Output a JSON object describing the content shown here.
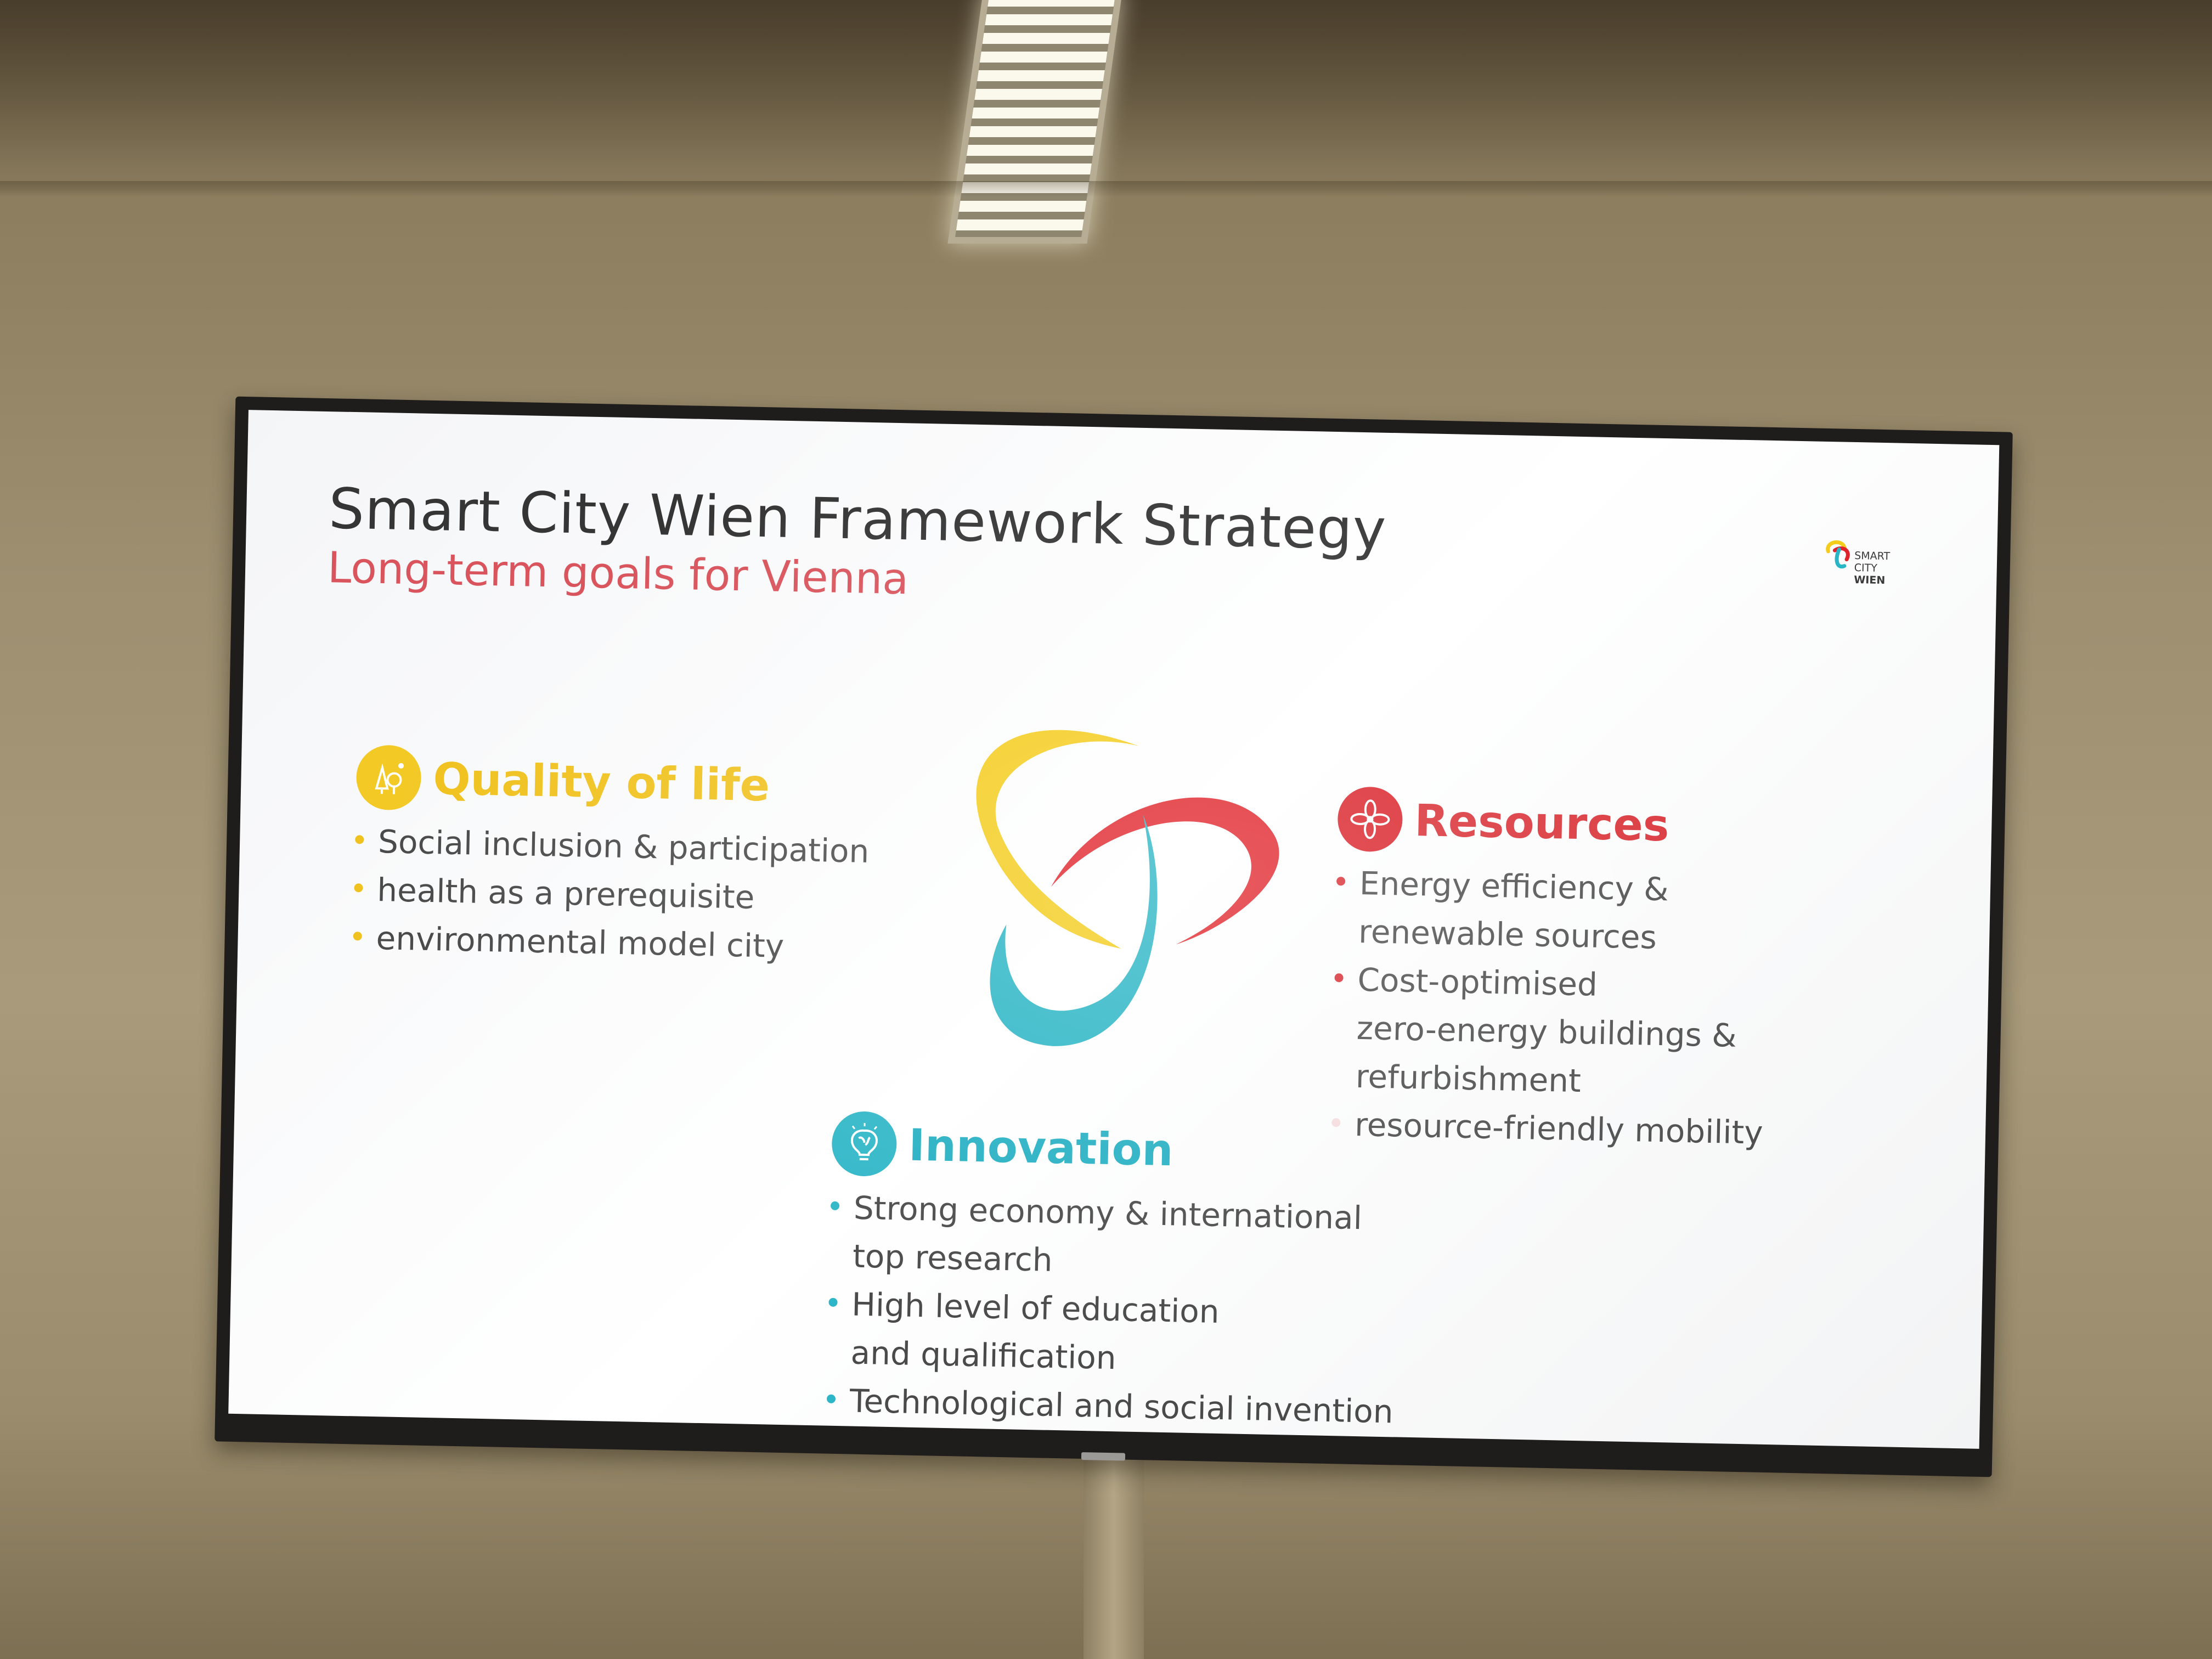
{
  "slide": {
    "title": "Smart City Wien Framework Strategy",
    "subtitle": "Long-term goals for Vienna",
    "logo": {
      "lines": [
        "SMART",
        "CITY",
        "WIEN"
      ]
    }
  },
  "pillars": {
    "quality": {
      "heading": "Quality of life",
      "icon": "trees-icon",
      "color": "#f0c21f",
      "items": [
        "Social inclusion & participation",
        "health as a prerequisite",
        "environmental model city"
      ]
    },
    "resources": {
      "heading": "Resources",
      "icon": "windmill-icon",
      "color": "#d82b31",
      "items": [
        [
          "Energy efficiency &",
          "renewable sources"
        ],
        [
          "Cost-optimised",
          "zero-energy buildings &",
          "refurbishment"
        ],
        [
          "resource-friendly mobility"
        ]
      ]
    },
    "innovation": {
      "heading": "Innovation",
      "icon": "brain-lightbulb-icon",
      "color": "#2db6c7",
      "items": [
        [
          "Strong economy & international",
          "top research"
        ],
        [
          "High level of education",
          "and qualification"
        ],
        [
          "Technological and social invention"
        ]
      ]
    }
  },
  "colors": {
    "yellow": "#f4cc1c",
    "red": "#e0232a",
    "teal": "#2ab5c5",
    "title": "#353535",
    "subtitle": "#d9545c"
  }
}
